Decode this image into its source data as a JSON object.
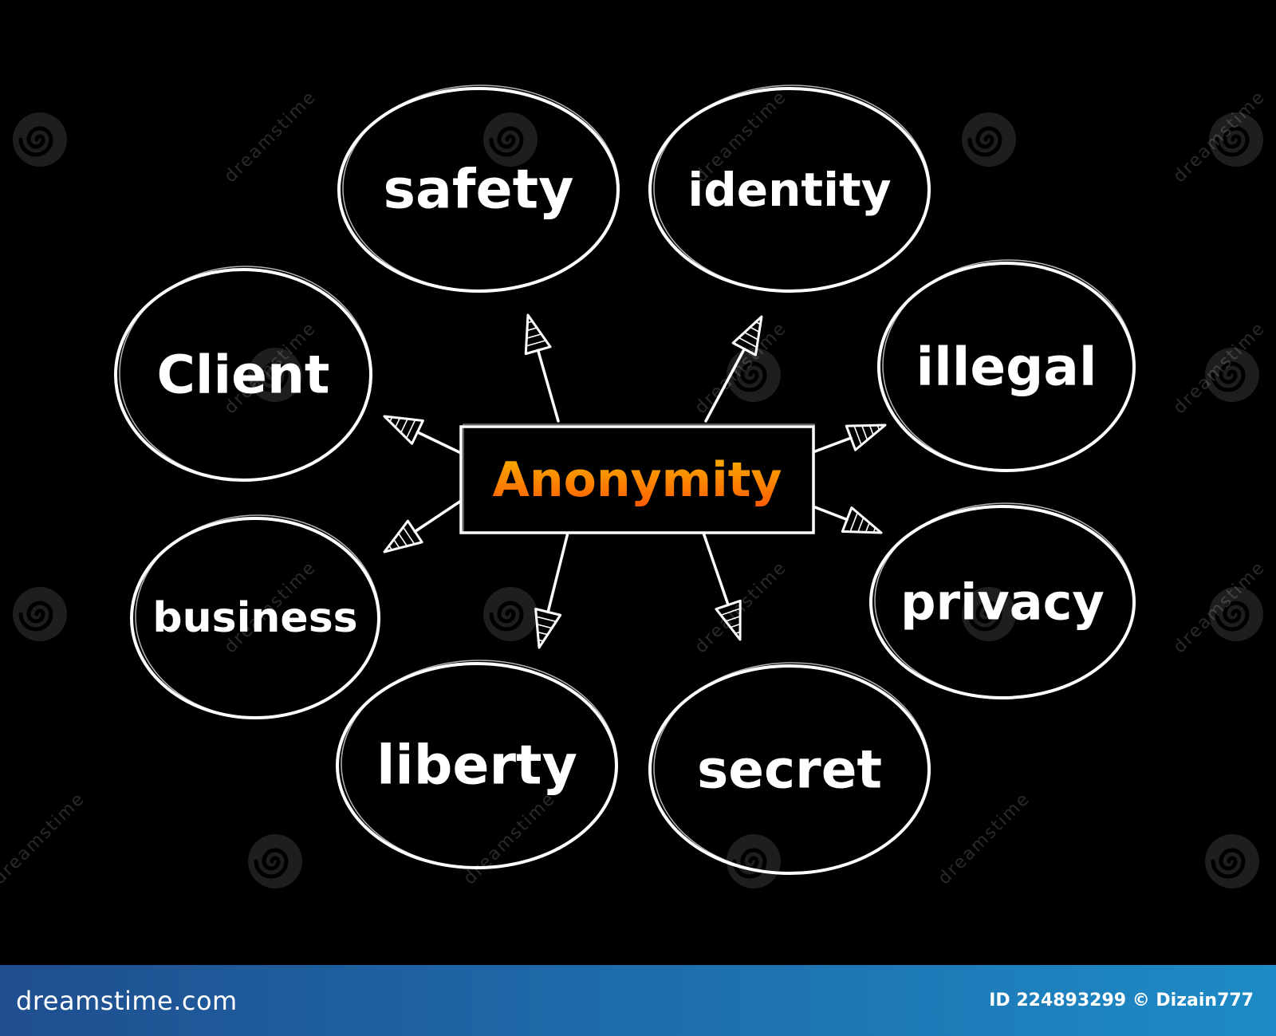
{
  "diagram": {
    "center": {
      "label": "Anonymity",
      "gradient_top": "#f7b400",
      "gradient_bottom": "#ff5a00"
    },
    "nodes": [
      {
        "label": "safety"
      },
      {
        "label": "identity"
      },
      {
        "label": "Client"
      },
      {
        "label": "illegal"
      },
      {
        "label": "business"
      },
      {
        "label": "privacy"
      },
      {
        "label": "liberty"
      },
      {
        "label": "secret"
      }
    ],
    "stroke_color": "#ffffff",
    "background": "#000000"
  },
  "watermark": {
    "text": "dreamstime",
    "icon": "spiral-logo-icon"
  },
  "footer": {
    "brand": "dreamstime.com",
    "meta": "ID 224893299 © Dizain777",
    "gradient_left": "#1f4e8f",
    "gradient_right": "#1d8bc7"
  }
}
